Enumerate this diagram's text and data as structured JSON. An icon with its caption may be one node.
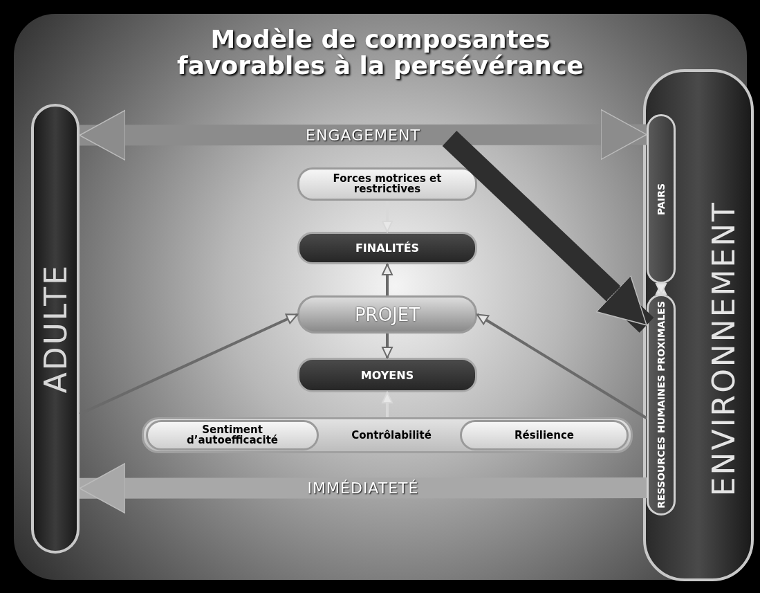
{
  "diagram": {
    "title": "Modèle de composantes favorables à la persévérance",
    "nodes": [
      {
        "text": [
          "ADULTE"
        ]
      },
      {
        "text": [
          "ENVIRONNEMENT"
        ]
      },
      {
        "text": [
          "PAIRS"
        ],
        "in": 1
      },
      {
        "text": [
          "RESSOURCES HUMAINES PROXIMALES"
        ],
        "in": 1
      },
      {
        "text": [
          "Forces motrices et restrictives"
        ]
      },
      {
        "text": [
          "FINALITÉS"
        ]
      },
      {
        "text": [
          "PROJET"
        ]
      },
      {
        "text": [
          "MOYENS"
        ]
      },
      {
        "text": [
          "Contrôlabilité"
        ]
      },
      {
        "text": [
          "Sentiment d’autoefficacité"
        ],
        "in": 8
      },
      {
        "text": [
          "Résilience"
        ],
        "in": 8
      }
    ],
    "edges": [
      {
        "from": 0,
        "to": 2,
        "arrow": "both",
        "label": "ENGAGEMENT",
        "style": "thick",
        "color": "#8c8c8c"
      },
      {
        "from": null,
        "to": 3,
        "arrow": "to",
        "style": "thick",
        "color": "#2e2e2e"
      },
      {
        "from": 3,
        "to": 0,
        "arrow": "to",
        "label": "IMMÉDIATETÉ",
        "style": "thick",
        "color": "#a8a8a8"
      },
      {
        "from": 4,
        "to": 5,
        "arrow": "to",
        "color": "#d8d8d8"
      },
      {
        "from": 6,
        "to": 5,
        "arrow": "to"
      },
      {
        "from": 6,
        "to": 7,
        "arrow": "to"
      },
      {
        "from": 8,
        "to": 7,
        "arrow": "to",
        "color": "#d8d8d8"
      },
      {
        "from": 0,
        "to": 6,
        "arrow": "to"
      },
      {
        "from": 3,
        "to": 6,
        "arrow": "to"
      },
      {
        "from": 2,
        "to": 3,
        "arrow": "both",
        "color": "#d8d8d8"
      }
    ]
  }
}
